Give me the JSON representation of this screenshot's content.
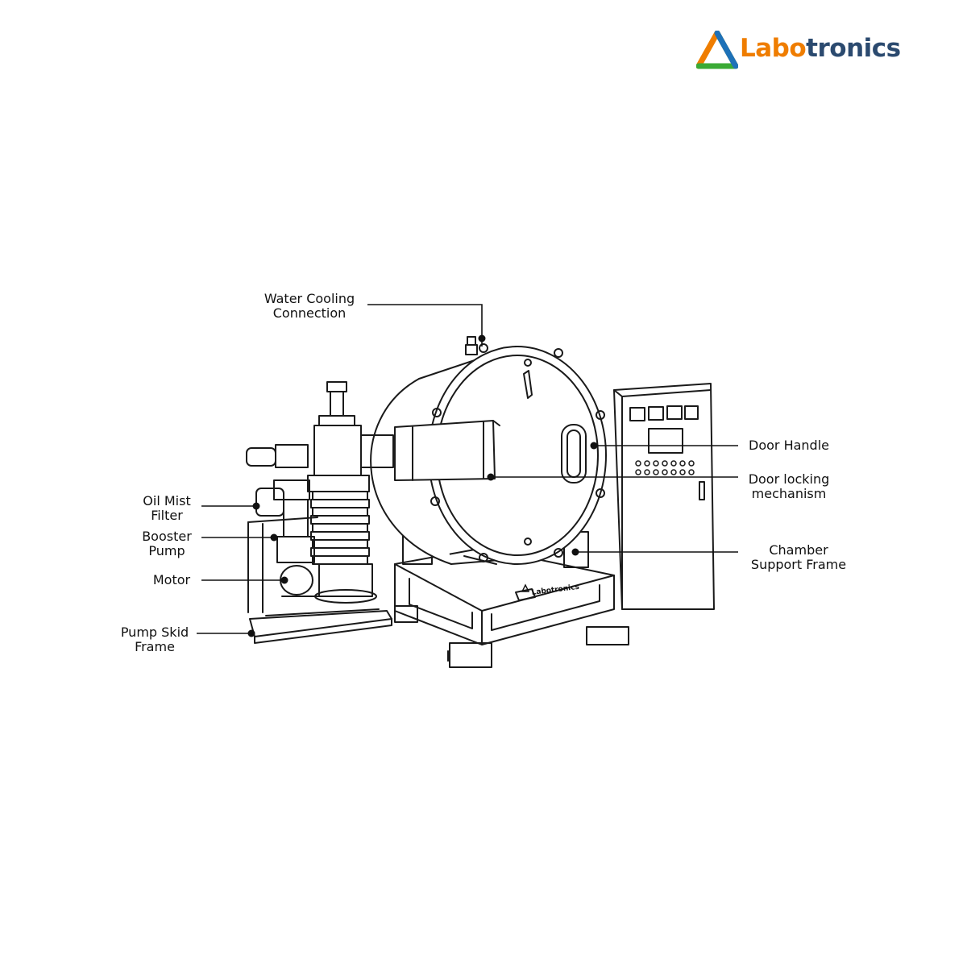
{
  "brand": {
    "name_part1": "Labo",
    "name_part2": "tronics",
    "plate_text": "Labotronics",
    "colors": {
      "orange": "#ef7d00",
      "navy": "#2b4a6f",
      "green": "#3aaa35",
      "blue": "#1d71b8",
      "yellow": "#f6b200"
    },
    "icon": "triangle-logo-icon"
  },
  "callouts": {
    "water_cooling": {
      "line1": "Water Cooling",
      "line2": "Connection"
    },
    "door_handle": {
      "line1": "Door Handle"
    },
    "door_locking": {
      "line1": "Door locking",
      "line2": "mechanism"
    },
    "chamber_support": {
      "line1": "Chamber",
      "line2": "Support Frame"
    },
    "oil_mist": {
      "line1": "Oil Mist",
      "line2": "Filter"
    },
    "booster_pump": {
      "line1": "Booster",
      "line2": "Pump"
    },
    "motor": {
      "line1": "Motor"
    },
    "pump_skid": {
      "line1": "Pump Skid",
      "line2": "Frame"
    }
  }
}
